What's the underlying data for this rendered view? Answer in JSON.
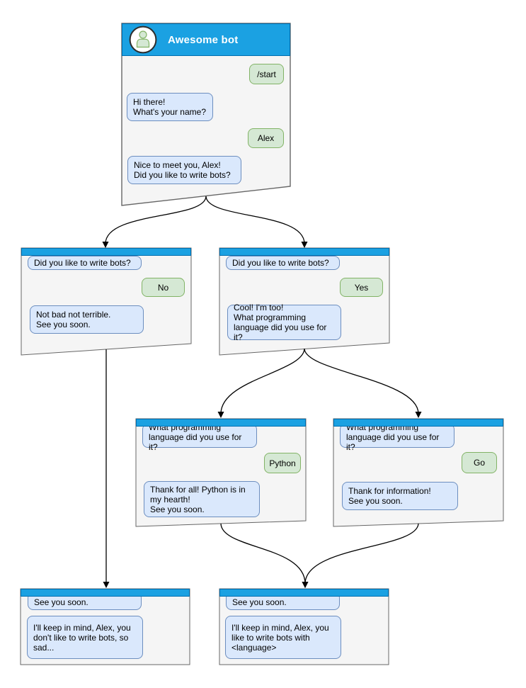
{
  "colors": {
    "header_fill": "#1BA1E2",
    "header_stroke": "#006EAF",
    "window_fill": "#F5F5F5",
    "window_stroke": "#666666",
    "bot_bubble_fill": "#DAE8FC",
    "bot_bubble_stroke": "#6C8EBF",
    "user_bubble_fill": "#D5E8D4",
    "user_bubble_stroke": "#82B366",
    "avatar_fill": "#D5E8D4",
    "avatar_stroke": "#82B366",
    "avatar_ring": "#2D2D2D",
    "arrow": "#000000",
    "title_text": "#FFFFFF"
  },
  "windows": {
    "root": {
      "title": "Awesome bot",
      "avatar_icon": "person-icon",
      "messages": [
        {
          "from": "user",
          "text": "/start"
        },
        {
          "from": "bot",
          "text": "Hi there!\nWhat's your name?"
        },
        {
          "from": "user",
          "text": "Alex"
        },
        {
          "from": "bot",
          "text": "Nice to meet you, Alex!\nDid you like to write bots?"
        }
      ]
    },
    "branch_no": {
      "messages": [
        {
          "from": "bot",
          "text": "Did you like to write bots?"
        },
        {
          "from": "user",
          "text": "No"
        },
        {
          "from": "bot",
          "text": "Not bad not terrible.\nSee you soon."
        }
      ]
    },
    "branch_yes": {
      "messages": [
        {
          "from": "bot",
          "text": "Did you like to write bots?"
        },
        {
          "from": "user",
          "text": "Yes"
        },
        {
          "from": "bot",
          "text": "Cool! I'm too!\nWhat programming\nlanguage did you use for it?"
        }
      ]
    },
    "branch_python": {
      "messages": [
        {
          "from": "bot",
          "text": "What programming\nlanguage did you use for it?"
        },
        {
          "from": "user",
          "text": "Python"
        },
        {
          "from": "bot",
          "text": "Thank for all! Python is in\nmy hearth!\nSee you soon."
        }
      ]
    },
    "branch_go": {
      "messages": [
        {
          "from": "bot",
          "text": "What programming\nlanguage did you use for it?"
        },
        {
          "from": "user",
          "text": "Go"
        },
        {
          "from": "bot",
          "text": "Thank for information!\nSee you soon."
        }
      ]
    },
    "end_no": {
      "messages": [
        {
          "from": "bot",
          "text": "See you soon."
        },
        {
          "from": "bot",
          "text": "I'll keep in mind, Alex, you\ndon't like to write bots, so\nsad..."
        }
      ]
    },
    "end_language": {
      "messages": [
        {
          "from": "bot",
          "text": "See you soon."
        },
        {
          "from": "bot",
          "text": "I'll keep in mind, Alex, you\nlike to write bots with\n<language>"
        }
      ]
    }
  }
}
